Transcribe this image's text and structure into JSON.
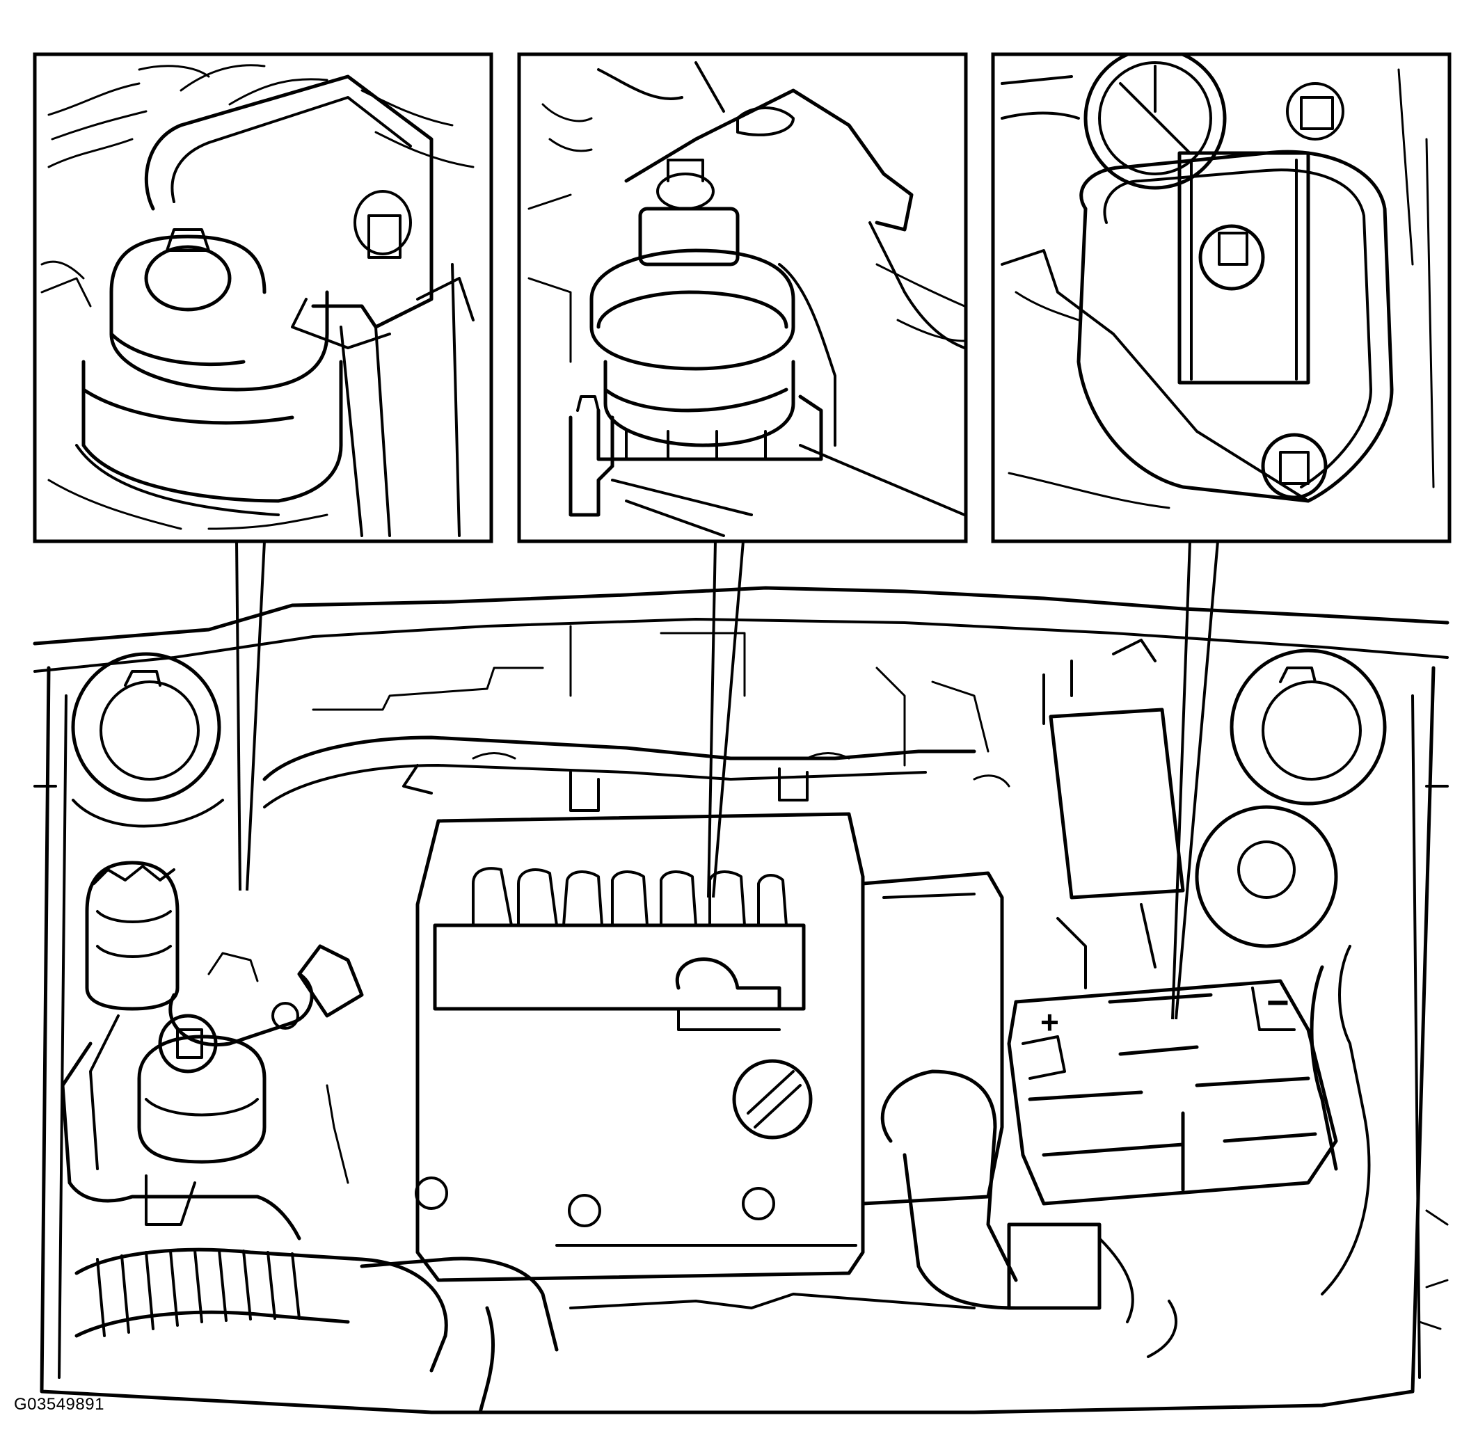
{
  "figure_id": "G03549891",
  "colors": {
    "line": "#000000",
    "background": "#ffffff"
  },
  "detail_views": [
    {
      "name": "left-engine-mount-detail"
    },
    {
      "name": "center-engine-mount-detail"
    },
    {
      "name": "right-battery-tray-mount-detail"
    }
  ],
  "battery_terminals": {
    "positive": "+",
    "negative": "−"
  }
}
